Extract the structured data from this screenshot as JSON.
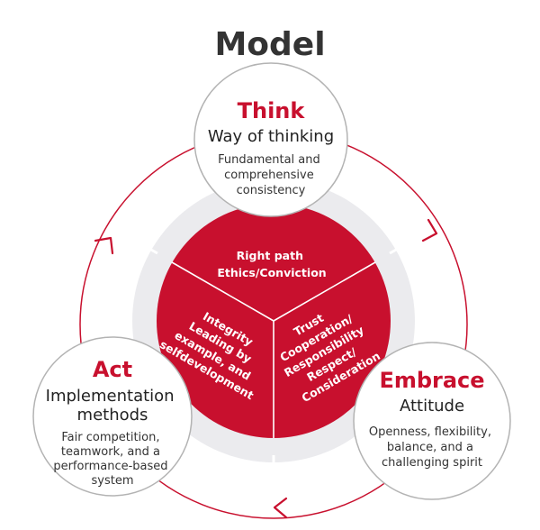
{
  "title": "Model",
  "colors": {
    "accent": "#c8102e",
    "ring": "#ebebee",
    "node_border": "#b3b3b3",
    "text_dark": "#333333"
  },
  "nodes": {
    "think": {
      "heading": "Think",
      "subtitle": "Way of thinking",
      "desc": [
        "Fundamental and",
        "comprehensive",
        "consistency"
      ]
    },
    "act": {
      "heading": "Act",
      "subtitle": [
        "Implementation",
        "methods"
      ],
      "desc": [
        "Fair competition,",
        "teamwork, and a",
        "performance-based",
        "system"
      ]
    },
    "embrace": {
      "heading": "Embrace",
      "subtitle": "Attitude",
      "desc": [
        "Openness, flexibility,",
        "balance, and a",
        "challenging spirit"
      ]
    }
  },
  "core": {
    "top": [
      "Right path",
      "Ethics/Conviction"
    ],
    "left": [
      "Integrity",
      "Leading by",
      "example, and",
      "selfdevelopment"
    ],
    "right": [
      "Trust",
      "Cooperation/",
      "Responsibility",
      "Respect/",
      "Consideration"
    ]
  }
}
